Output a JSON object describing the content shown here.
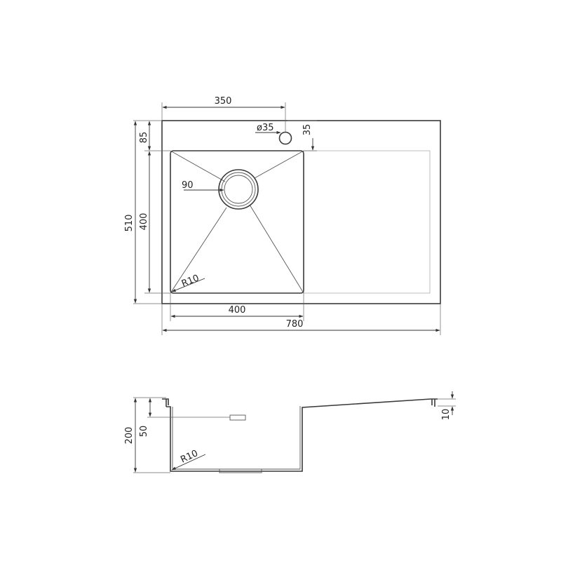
{
  "top_view": {
    "dim_hole_offset": "350",
    "dim_hole_diameter": "ø35",
    "dim_hole_edge": "35",
    "dim_rim": "85",
    "dim_depth_overall": "510",
    "dim_bowl_height": "400",
    "dim_drain": "90",
    "dim_radius": "R10",
    "dim_bowl_width": "400",
    "dim_total_width": "780"
  },
  "side_view": {
    "dim_total_height": "200",
    "dim_overflow": "50",
    "dim_radius": "R10",
    "dim_thickness": "10"
  }
}
